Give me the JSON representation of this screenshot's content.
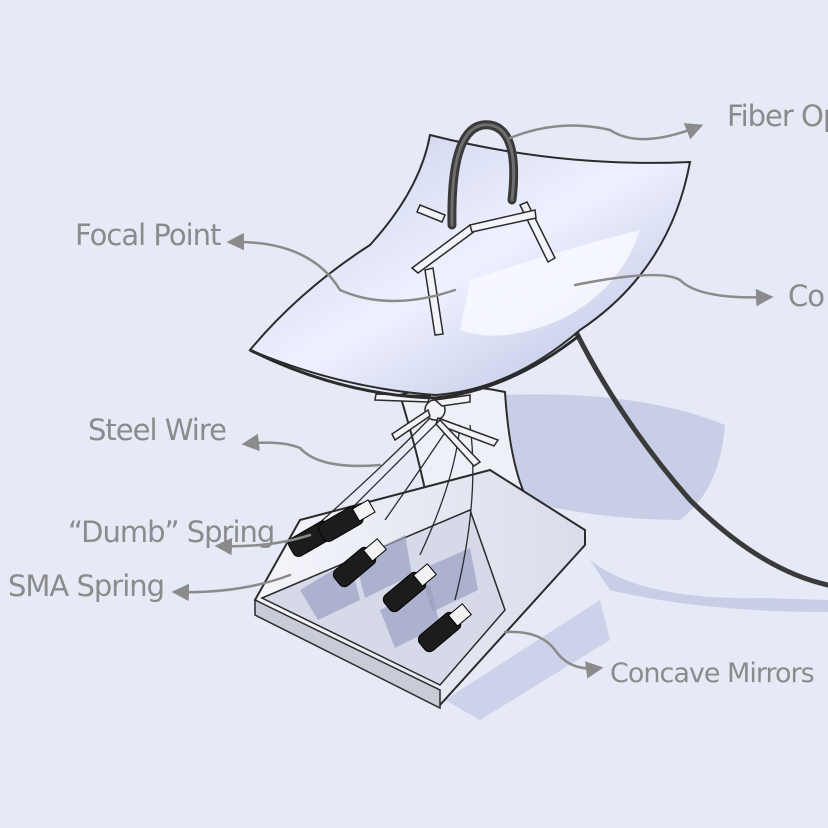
{
  "labels": {
    "fiber_optic": "Fiber Op",
    "focal_point": "Focal Point",
    "concave_right": "Co",
    "steel_wire": "Steel Wire",
    "dumb_spring": "“Dumb” Spring",
    "sma_spring": "SMA Spring",
    "concave_mirrors": "Concave Mirrors"
  },
  "colors": {
    "background": "#e6e9f6",
    "label_text": "#8b8b8b",
    "arrow": "#8b8b8b",
    "cable": "#3a3a3a",
    "dish_light": "#f4f6ff",
    "dish_shade": "#b9c0e2",
    "outline": "#2b2b2b",
    "shadow": "#c8cde6",
    "spring": "#1c1c1c"
  }
}
